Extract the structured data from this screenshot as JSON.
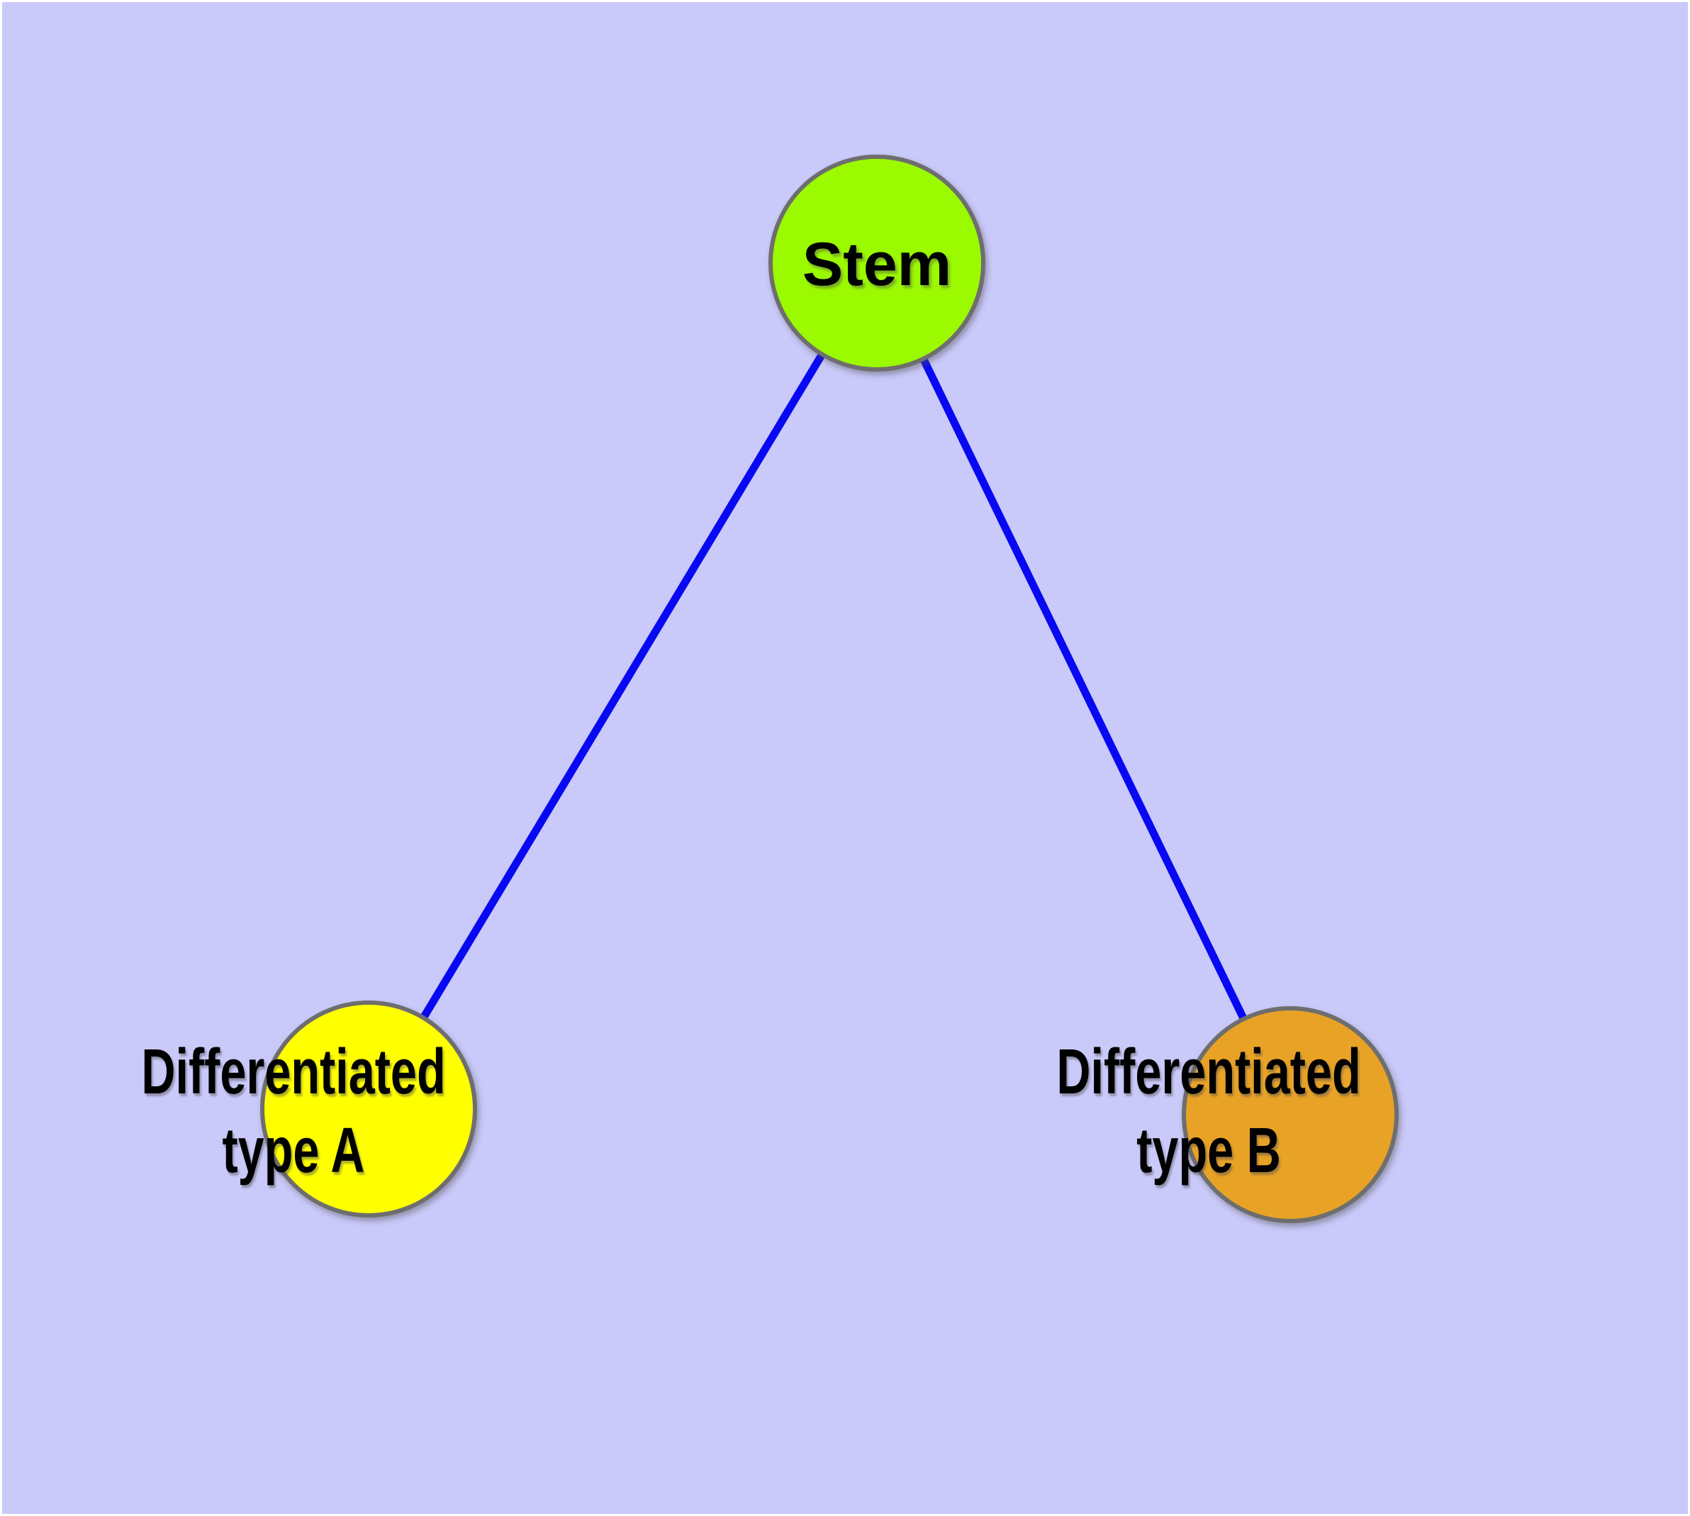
{
  "diagram": {
    "type": "graph",
    "background_color": "#C9C9FA",
    "frame_color": "#FFFFFF",
    "edge_color": "#0808F2",
    "node_border_color": "#6E6E6E",
    "label_color": "#000000",
    "nodes": {
      "stem": {
        "label": "Stem",
        "color": "#9BF900"
      },
      "type_a": {
        "label_line1": "Differentiated",
        "label_line2": "type A",
        "color": "#FFFF00"
      },
      "type_b": {
        "label_line1": "Differentiated",
        "label_line2": "type B",
        "color": "#E8A226"
      }
    },
    "edges": [
      {
        "from": "Stem",
        "to": "Differentiated type A"
      },
      {
        "from": "Stem",
        "to": "Differentiated type B"
      }
    ]
  }
}
